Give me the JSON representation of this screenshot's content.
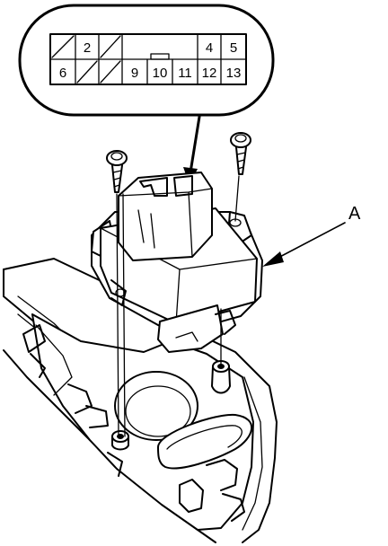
{
  "connector": {
    "top_row": [
      "",
      "2",
      "",
      "",
      "",
      "4",
      "5"
    ],
    "bottom_row": [
      "6",
      "",
      "",
      "9",
      "10",
      "11",
      "12",
      "13"
    ]
  },
  "callout": {
    "label": "A"
  }
}
